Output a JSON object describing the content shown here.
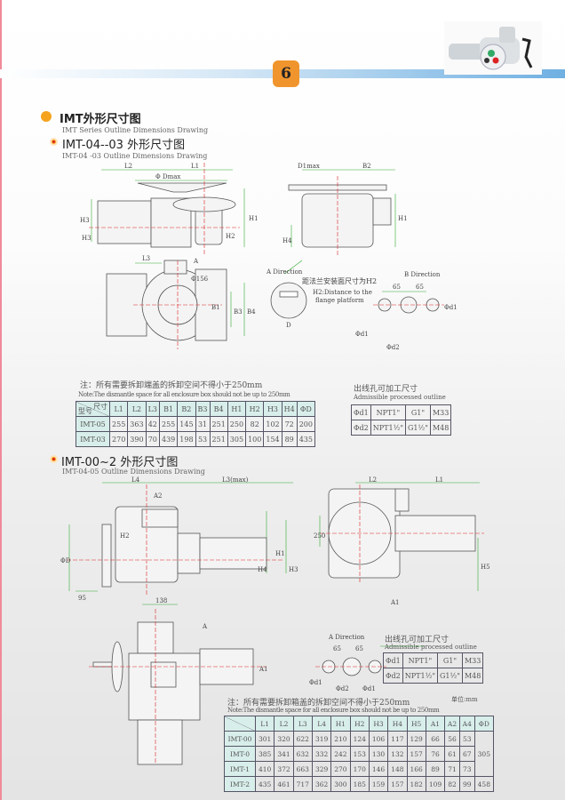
{
  "page_number": "6",
  "section": {
    "title": "IMT外形尺寸图",
    "subtitle": "IMT Series Outline Dimensions Drawing"
  },
  "part1": {
    "title": "IMT-04--03  外形尺寸图",
    "subtitle": "IMT-04 -03 Outline Dimensions Drawing",
    "labels": {
      "L2": "L2",
      "L1": "L1",
      "Dmax": "Φ Dmax",
      "D1max": "D1max",
      "B2": "B2",
      "H1": "H1",
      "H2": "H2",
      "H3": "H3",
      "H4": "H4",
      "L3": "L3",
      "A": "A",
      "d156": "Φ156",
      "B4": "B4",
      "B3": "B3",
      "B1": "B1",
      "D": "D",
      "adir": "A Direction",
      "bdir": "B Direction",
      "flange_cn": "距法兰安装面尺寸为H2",
      "flange_en1": "H2:Distance to the",
      "flange_en2": "flange platform",
      "s65a": "65",
      "s65b": "65",
      "d1": "Φd1",
      "d2": "Φd2",
      "d1b": "Φd1"
    },
    "note_cn": "注：所有需要拆卸端盖的拆卸空间不得小于250mm",
    "note_en": "Note:The dismantle space for all enclosure box should not be up to 250mm",
    "table": {
      "corner_top": "尺寸",
      "corner_bottom": "型号",
      "headers": [
        "L1",
        "L2",
        "L3",
        "B1",
        "B2",
        "B3",
        "B4",
        "H1",
        "H2",
        "H3",
        "H4",
        "ΦD"
      ],
      "rows": [
        {
          "model": "IMT-05",
          "values": [
            "255",
            "363",
            "42",
            "255",
            "145",
            "31",
            "251",
            "250",
            "82",
            "102",
            "72",
            "200"
          ]
        },
        {
          "model": "IMT-03",
          "values": [
            "270",
            "390",
            "70",
            "439",
            "198",
            "53",
            "251",
            "305",
            "100",
            "154",
            "89",
            "435"
          ]
        }
      ]
    },
    "outlet": {
      "title": "出线孔可加工尺寸",
      "subtitle": "Admissible processed outline",
      "rows": [
        [
          "Φd1",
          "NPT1\"",
          "G1\"",
          "M33"
        ],
        [
          "Φd2",
          "NPT1½\"",
          "G1½\"",
          "M48"
        ]
      ]
    }
  },
  "part2": {
    "title": "IMT-00~2 外形尺寸图",
    "subtitle": "IMT-04-05 Outline Dimensions Drawing",
    "labels": {
      "L4": "L4",
      "L3max": "L3(max)",
      "A2": "A2",
      "H2": "H2",
      "H1": "H1",
      "H3": "H3",
      "H4": "H4",
      "D": "ΦD",
      "d95": "95",
      "L2": "L2",
      "L1": "L1",
      "h250": "250",
      "H5": "H5",
      "A1": "A1",
      "d138": "138",
      "A": "A",
      "A1b": "A1",
      "adir": "A Direction",
      "s65a": "65",
      "s65b": "65",
      "d1": "Φd1",
      "d2": "Φd2",
      "d1b": "Φd1"
    },
    "outlet": {
      "title": "出线孔可加工尺寸",
      "subtitle": "Admissible processed outline",
      "rows": [
        [
          "Φd1",
          "NPT1\"",
          "G1\"",
          "M33"
        ],
        [
          "Φd2",
          "NPT1½\"",
          "G1½\"",
          "M48"
        ]
      ]
    },
    "note_cn": "注：所有需要拆卸箱盖的拆卸空间不得小于250mm",
    "note_en": "Note:The dismantle space for all enclosure box should not be up to 250mm",
    "unit": "单位:mm",
    "table": {
      "headers": [
        "L1",
        "L2",
        "L3",
        "L4",
        "H1",
        "H2",
        "H3",
        "H4",
        "H5",
        "A1",
        "A2",
        "A4",
        "ΦD"
      ],
      "rows": [
        {
          "model": "IMT-00",
          "values": [
            "301",
            "320",
            "622",
            "319",
            "210",
            "124",
            "106",
            "117",
            "129",
            "66",
            "56",
            "53"
          ]
        },
        {
          "model": "IMT-0",
          "values": [
            "385",
            "341",
            "632",
            "332",
            "242",
            "153",
            "130",
            "132",
            "157",
            "76",
            "61",
            "67"
          ]
        },
        {
          "model": "IMT-1",
          "values": [
            "410",
            "372",
            "663",
            "329",
            "270",
            "170",
            "146",
            "148",
            "166",
            "89",
            "71",
            "73"
          ]
        },
        {
          "model": "IMT-2",
          "values": [
            "435",
            "461",
            "717",
            "362",
            "300",
            "185",
            "159",
            "157",
            "182",
            "109",
            "82",
            "99"
          ]
        }
      ],
      "d_merged_1": "305",
      "d_last": "458"
    }
  }
}
